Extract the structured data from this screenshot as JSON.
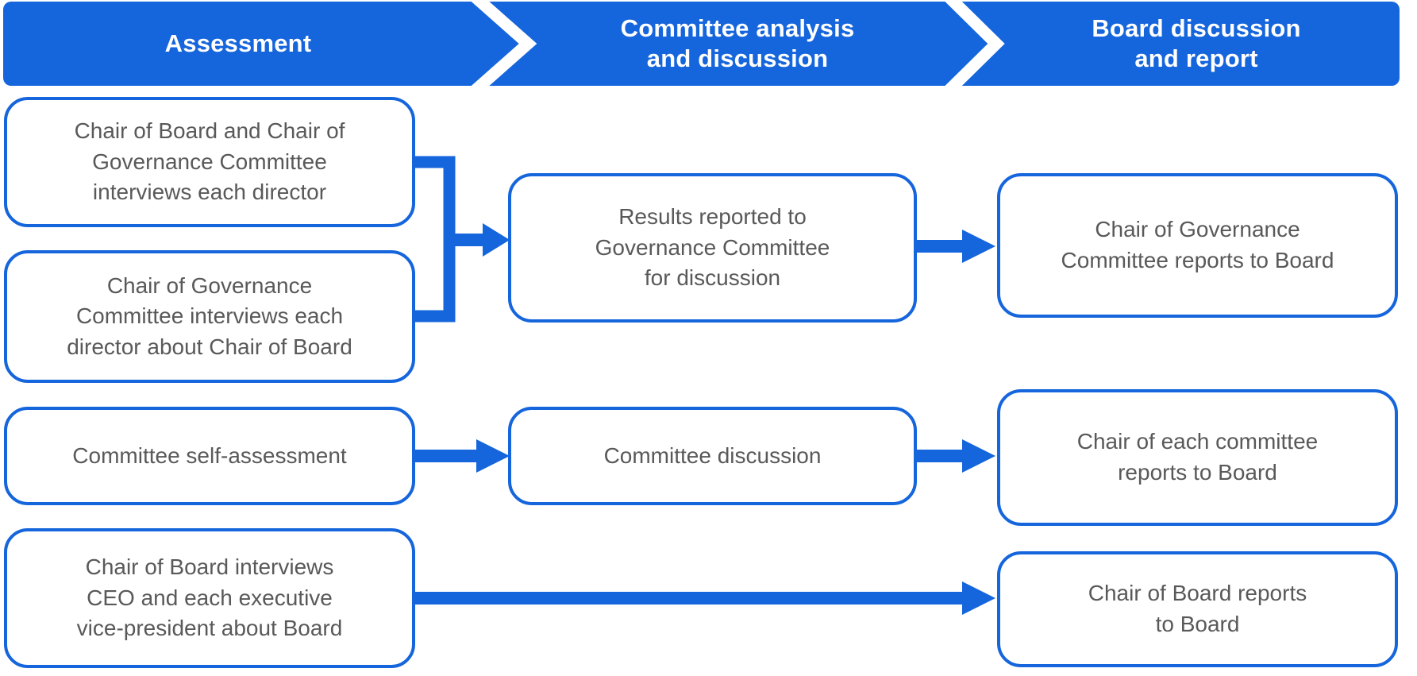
{
  "palette": {
    "accent_blue": "#1565DC",
    "box_text": "#595959",
    "header_text": "#FFFFFF",
    "background": "#FFFFFF"
  },
  "header": {
    "stages": [
      {
        "label": "Assessment"
      },
      {
        "label": "Committee analysis\nand discussion"
      },
      {
        "label": "Board discussion\nand report"
      }
    ]
  },
  "boxes": [
    {
      "id": "interviews-each-director",
      "stage": "Assessment",
      "text": "Chair of Board and Chair of\nGovernance Committee\ninterviews each director"
    },
    {
      "id": "interviews-about-chair",
      "stage": "Assessment",
      "text": "Chair of Governance\nCommittee interviews each\ndirector about Chair of Board"
    },
    {
      "id": "results-reported",
      "stage": "Committee analysis and discussion",
      "text": "Results reported to\nGovernance Committee\nfor discussion"
    },
    {
      "id": "governance-chair-reports",
      "stage": "Board discussion and report",
      "text": "Chair of Governance\nCommittee reports to Board"
    },
    {
      "id": "committee-self-assessment",
      "stage": "Assessment",
      "text": "Committee self-assessment"
    },
    {
      "id": "committee-discussion",
      "stage": "Committee analysis and discussion",
      "text": "Committee discussion"
    },
    {
      "id": "committee-chairs-report",
      "stage": "Board discussion and report",
      "text": "Chair of each committee\nreports to Board"
    },
    {
      "id": "chair-interviews-executives",
      "stage": "Assessment",
      "text": "Chair of Board interviews\nCEO and each executive\nvice-president about Board"
    },
    {
      "id": "board-chair-reports",
      "stage": "Board discussion and report",
      "text": "Chair of Board reports\nto Board"
    }
  ],
  "connectors": [
    {
      "from": [
        "interviews-each-director",
        "interviews-about-chair"
      ],
      "to": "results-reported",
      "type": "merge-arrow"
    },
    {
      "from": [
        "results-reported"
      ],
      "to": "governance-chair-reports",
      "type": "arrow"
    },
    {
      "from": [
        "committee-self-assessment"
      ],
      "to": "committee-discussion",
      "type": "arrow"
    },
    {
      "from": [
        "committee-discussion"
      ],
      "to": "committee-chairs-report",
      "type": "arrow"
    },
    {
      "from": [
        "chair-interviews-executives"
      ],
      "to": "board-chair-reports",
      "type": "arrow"
    }
  ]
}
